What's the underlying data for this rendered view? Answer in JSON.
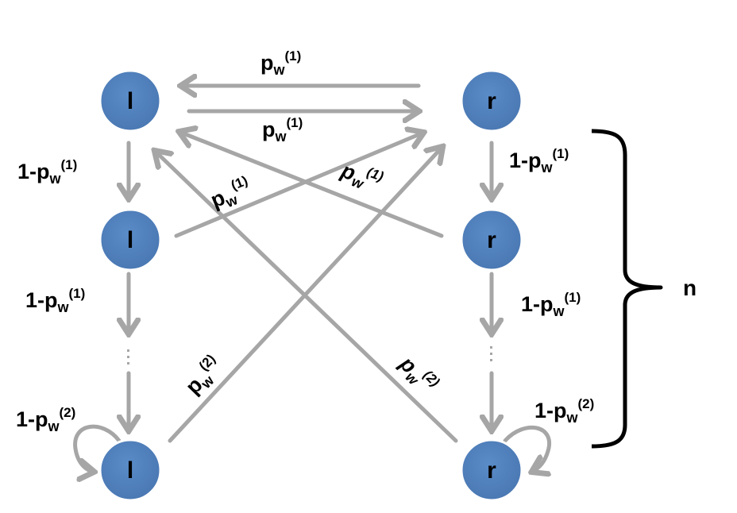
{
  "colors": {
    "node_fill": "#4f81bd",
    "node_stroke": "#ffffff",
    "arrow": "#a6a6a6",
    "text": "#000000"
  },
  "nodes": {
    "left_top": "l",
    "left_mid": "l",
    "left_bottom": "l",
    "right_top": "r",
    "right_mid": "r",
    "right_bottom": "r"
  },
  "labels": {
    "top_back_base": "p",
    "top_back_sub": "w",
    "top_back_sup": "(1)",
    "top_fwd_base": "p",
    "top_fwd_sub": "w",
    "top_fwd_sup": "(1)",
    "left_down1_base": "1-p",
    "left_down1_sub": "w",
    "left_down1_sup": "(1)",
    "right_down1_base": "1-p",
    "right_down1_sub": "w",
    "right_down1_sup": "(1)",
    "diag_lm_base": "p",
    "diag_lm_sub": "w",
    "diag_lm_sup": "(1)",
    "diag_rm_base": "p",
    "diag_rm_sub": "w",
    "diag_rm_sup": "(1)",
    "left_down2_base": "1-p",
    "left_down2_sub": "w",
    "left_down2_sup": "(1)",
    "right_down2_base": "1-p",
    "right_down2_sub": "w",
    "right_down2_sup": "(1)",
    "diag_lb_base": "p",
    "diag_lb_sub": "w",
    "diag_lb_sup": "(2)",
    "diag_rb_base": "p",
    "diag_rb_sub": "w",
    "diag_rb_sup": "(2)",
    "left_self_base": "1-p",
    "left_self_sub": "w",
    "left_self_sup": "(2)",
    "right_self_base": "1-p",
    "right_self_sub": "w",
    "right_self_sup": "(2)"
  },
  "brace_label": "n"
}
